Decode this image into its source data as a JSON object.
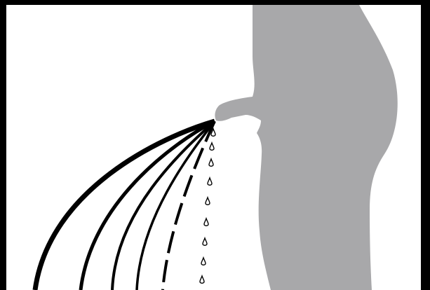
{
  "figure": {
    "colors": {
      "background": "#ffffff",
      "frame": "#000000",
      "silhouette": "#a8a8aa",
      "stream": "#000000",
      "droplet_fill": "#ffffff",
      "droplet_stroke": "#000000"
    },
    "streams": [
      {
        "style": "thick-solid"
      },
      {
        "style": "medium-solid"
      },
      {
        "style": "solid"
      },
      {
        "style": "thin-solid"
      },
      {
        "style": "dashed"
      },
      {
        "style": "droplets"
      }
    ]
  }
}
